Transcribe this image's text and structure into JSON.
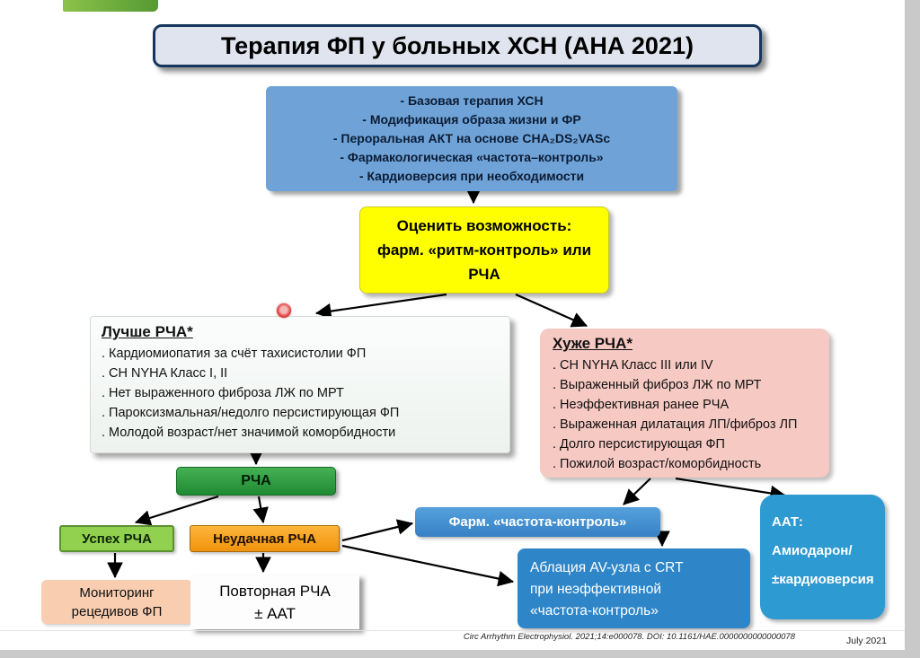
{
  "slide": {
    "title": "Терапия ФП у больных ХСН (АНА 2021)",
    "footer": {
      "citation": "Circ Arrhythm Electrophysiol. 2021;14:e000078. DOI: 10.1161/HAE.0000000000000078",
      "date": "July 2021"
    }
  },
  "colors": {
    "title_bg": "#dfe4ee",
    "title_border": "#17365d",
    "base_therapy_bg": "#6fa3d8",
    "assess_bg": "#ffff00",
    "better_bg": "#f2f6f2",
    "worse_bg": "#f6c9c3",
    "rfa_bg": "#2c9a3f",
    "success_bg": "#92d050",
    "failed_bg": "#f6a117",
    "rate_control_bg": "#3e8ed0",
    "av_ablation_bg": "#2e86c8",
    "aat_bg": "#2d9ad2",
    "monitor_bg": "#f9cdb0",
    "repeat_bg": "#fdfdfd",
    "arrow": "#000000",
    "pointer_dot": "#e04343"
  },
  "flow": {
    "base_therapy": {
      "lines": [
        "- Базовая терапия ХСН",
        "- Модификация образа жизни и ФР",
        "- Пероральная АКТ на основе CHA₂DS₂VASc",
        "- Фармакологическая «частота–контроль»",
        "- Кардиоверсия при необходимости"
      ]
    },
    "assess": {
      "lines": [
        "Оценить возможность:",
        "фарм. «ритм-контроль» или",
        "РЧА"
      ]
    },
    "better_rfa": {
      "title": "Лучше РЧА*",
      "items": [
        ". Кардиомиопатия за счёт тахисистолии ФП",
        ". СН  NYHA Класс I, II",
        ". Нет выраженного фиброза ЛЖ по МРТ",
        ". Пароксизмальная/недолго персистирующая ФП",
        ". Молодой возраст/нет значимой коморбидности"
      ]
    },
    "worse_rfa": {
      "title": "Хуже РЧА*",
      "items": [
        ". СН  NYHA Класс III или IV",
        ". Выраженный фиброз ЛЖ по МРТ",
        ". Неэффективная ранее РЧА",
        ". Выраженная дилатация ЛП/фиброз ЛП",
        ". Долго персистирующая ФП",
        ". Пожилой возраст/коморбидность"
      ]
    },
    "rfa": {
      "label": "РЧА"
    },
    "success_rfa": {
      "label": "Успех РЧА"
    },
    "failed_rfa": {
      "label": "Неудачная РЧА"
    },
    "monitoring": {
      "lines": [
        "Мониторинг",
        "рецедивов ФП"
      ]
    },
    "repeat_rfa": {
      "lines": [
        "Повторная РЧА",
        "± ААТ"
      ]
    },
    "rate_control": {
      "label": "Фарм. «частота-контроль»"
    },
    "av_node_ablation": {
      "lines": [
        "Аблация AV-узла с CRT",
        "при неэффективной",
        "«частота-контроль»"
      ]
    },
    "aat": {
      "lines": [
        "ААТ:",
        "Амиодарон/",
        "±кардиоверсия"
      ]
    }
  }
}
